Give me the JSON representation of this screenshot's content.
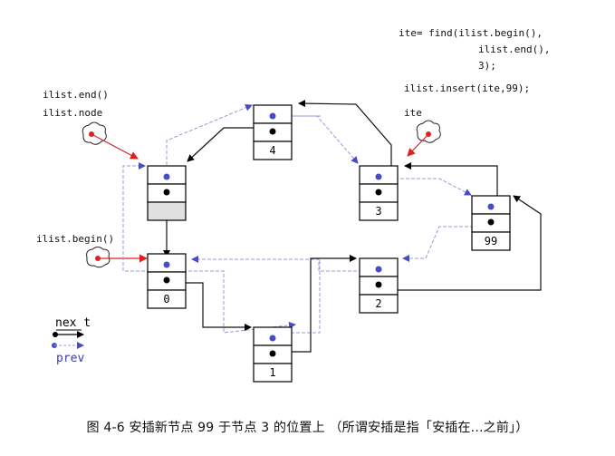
{
  "code": {
    "line1": "ite= find(ilist.begin(),",
    "line2": "ilist.end(),",
    "line3": "3);",
    "line4": "ilist.insert(ite,99);"
  },
  "labels": {
    "end": "ilist.end()",
    "node": "ilist.node",
    "begin": "ilist.begin()",
    "ite": "ite"
  },
  "nodes": [
    {
      "id": "end",
      "value": "",
      "shaded": true
    },
    {
      "id": "n4",
      "value": "4"
    },
    {
      "id": "n3",
      "value": "3"
    },
    {
      "id": "n99",
      "value": "99"
    },
    {
      "id": "n0",
      "value": "0"
    },
    {
      "id": "n2",
      "value": "2"
    },
    {
      "id": "n1",
      "value": "1"
    }
  ],
  "legend": {
    "next": "nex t",
    "prev": "prev"
  },
  "colors": {
    "next_link": "#000000",
    "prev_link": "#4a4ac8",
    "iterator": "#e02020",
    "shaded_cell": "#e0e0e0"
  },
  "caption": "图 4-6 安插新节点 99 于节点 3 的位置上 （所谓安插是指「安插在...之前」）"
}
